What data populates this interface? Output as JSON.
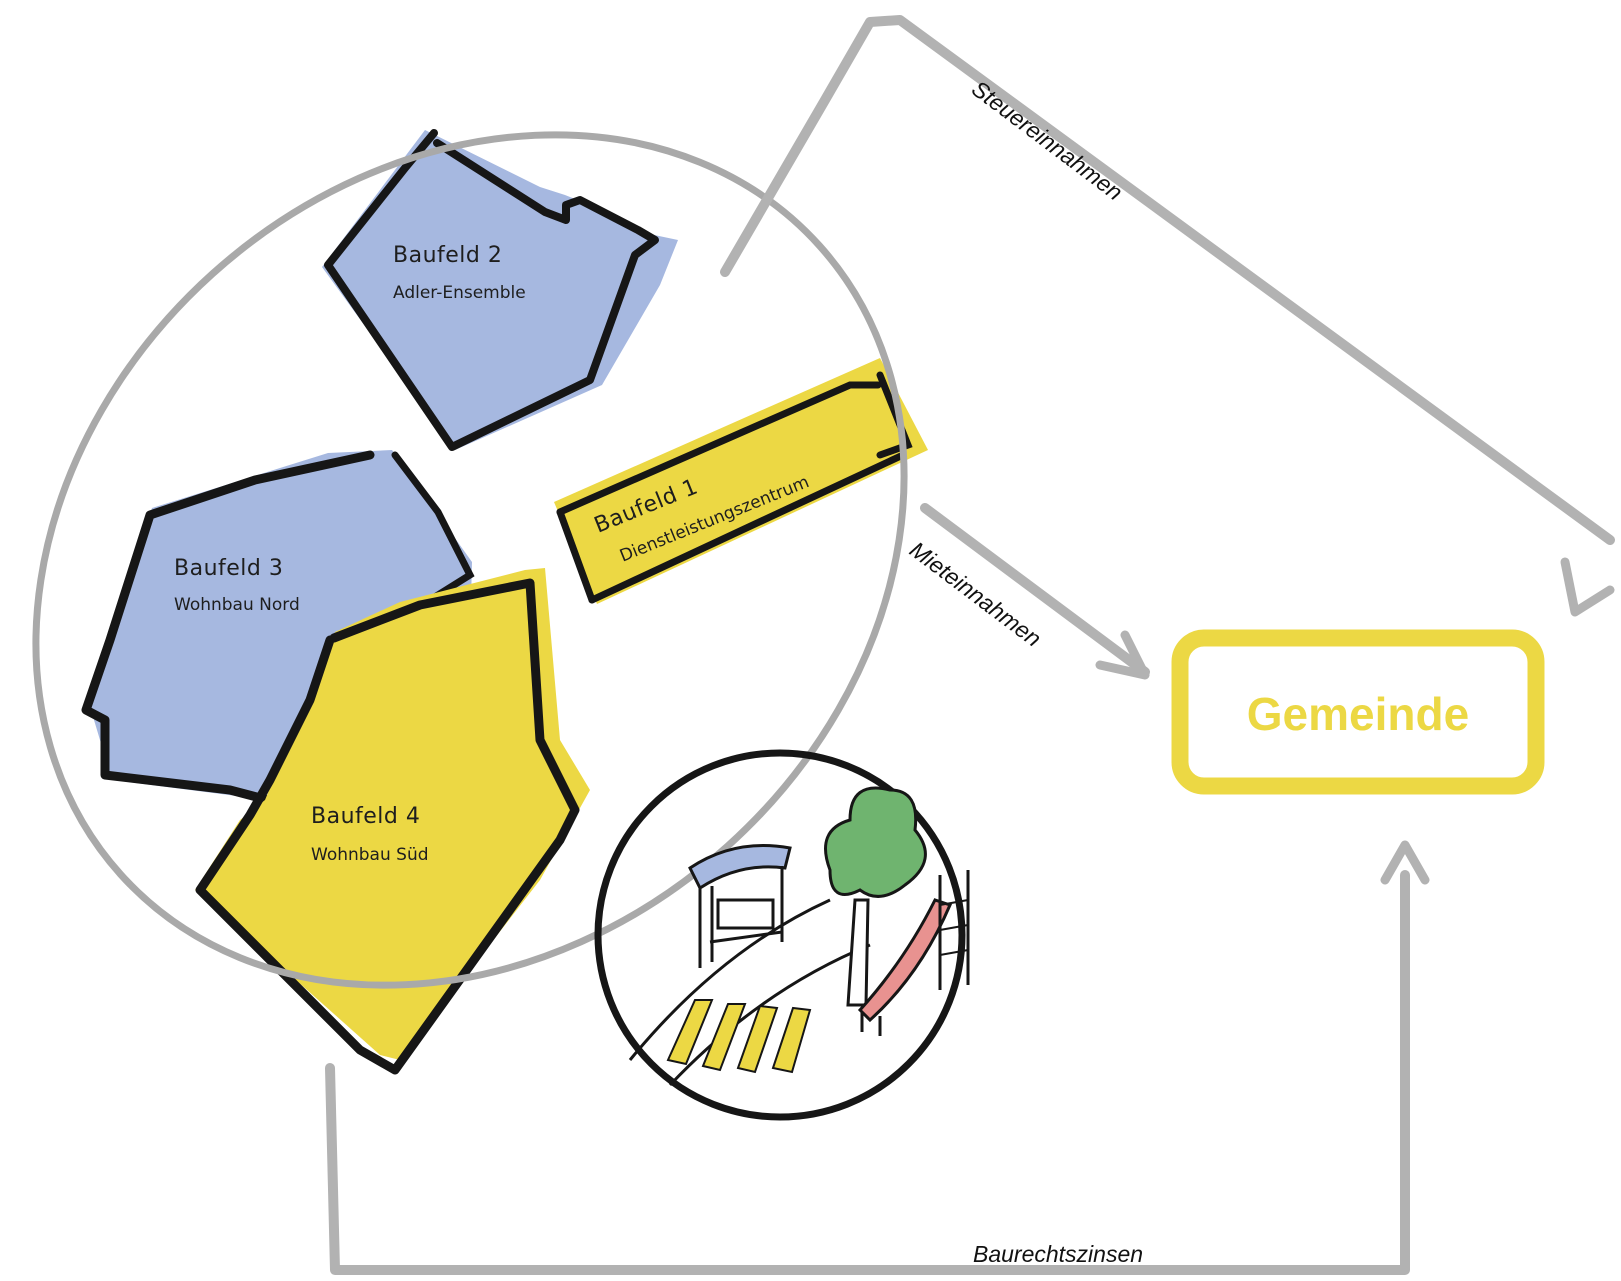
{
  "fields": {
    "bf1": {
      "title": "Baufeld 1",
      "subtitle": "Dienstleistungszentrum"
    },
    "bf2": {
      "title": "Baufeld 2",
      "subtitle": "Adler-Ensemble"
    },
    "bf3": {
      "title": "Baufeld 3",
      "subtitle": "Wohnbau Nord"
    },
    "bf4": {
      "title": "Baufeld 4",
      "subtitle": "Wohnbau Süd"
    }
  },
  "flows": {
    "tax": "Steuereinnahmen",
    "rent": "Mieteinnahmen",
    "lease": "Baurechtszinsen"
  },
  "target": {
    "label": "Gemeinde"
  },
  "icons": {
    "public_space": "public-space-illustration",
    "bus_stop": "bus-stop-icon",
    "tree": "tree-icon",
    "slide": "slide-icon",
    "crosswalk": "crosswalk-icon"
  },
  "colors": {
    "blue_field": "#a6b8e0",
    "yellow_field": "#ecd844",
    "outline": "#161616",
    "arrow_gray": "#b2b2b2",
    "ellipse_gray": "#a9a9a9",
    "gemeinde_yellow": "#ecd844"
  }
}
